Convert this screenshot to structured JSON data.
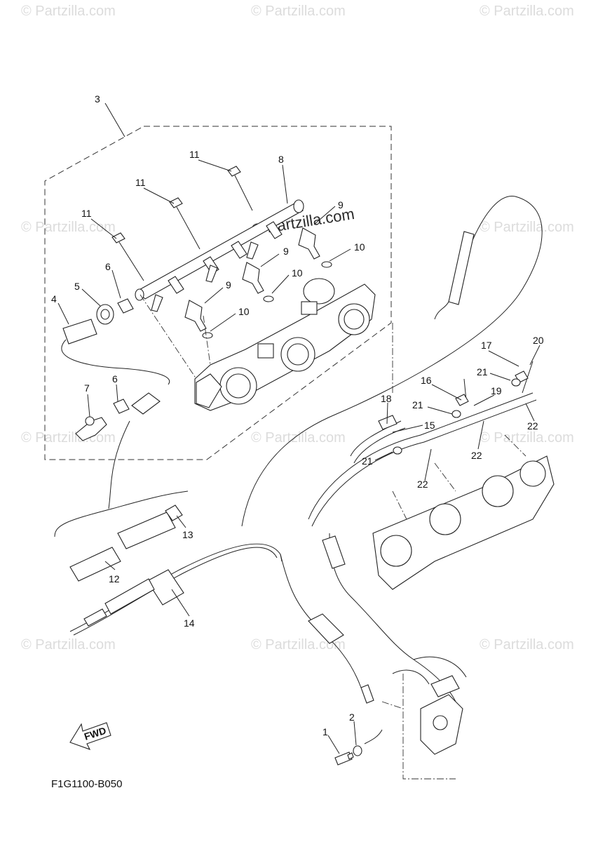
{
  "watermarks": {
    "brand_main": "© Partzilla.com",
    "brand_faint": "© Partzilla.com"
  },
  "callouts": {
    "c1": "1",
    "c2": "2",
    "c3": "3",
    "c4": "4",
    "c5": "5",
    "c6a": "6",
    "c6b": "6",
    "c7": "7",
    "c8": "8",
    "c9a": "9",
    "c9b": "9",
    "c9c": "9",
    "c10a": "10",
    "c10b": "10",
    "c10c": "10",
    "c11a": "11",
    "c11b": "11",
    "c11c": "11",
    "c12": "12",
    "c13": "13",
    "c14": "14",
    "c15": "15",
    "c16": "16",
    "c17": "17",
    "c18": "18",
    "c19": "19",
    "c20": "20",
    "c21a": "21",
    "c21b": "21",
    "c21c": "21",
    "c22a": "22",
    "c22b": "22",
    "c22c": "22"
  },
  "fwd_label": "FWD",
  "diagram_code": "F1G1100-B050",
  "colors": {
    "ink": "#222222",
    "watermark": "#dcdcdc",
    "background": "#ffffff"
  }
}
